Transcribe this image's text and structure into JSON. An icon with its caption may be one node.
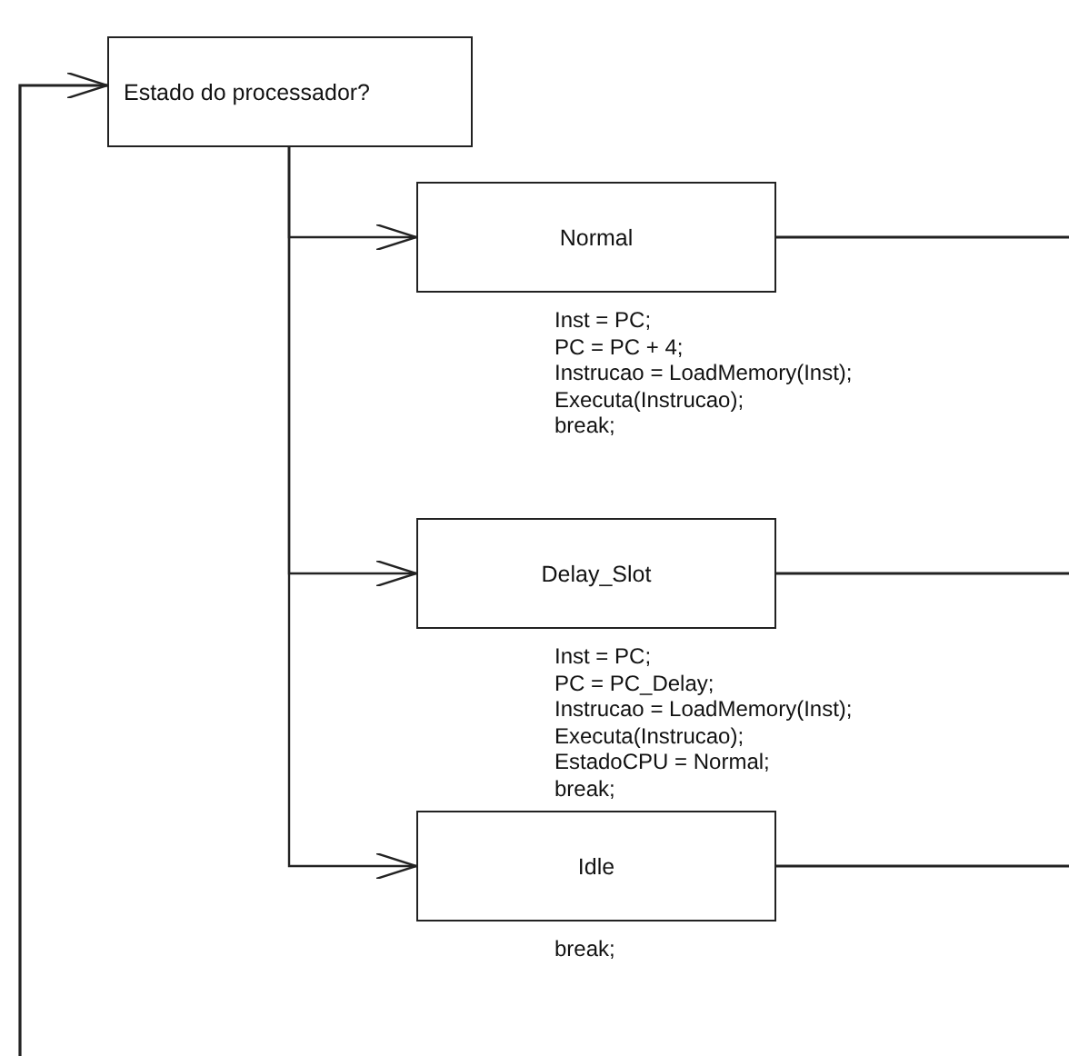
{
  "diagram": {
    "nodes": [
      {
        "text": [
          "Estado do processador?"
        ]
      },
      {
        "text": [
          "Normal"
        ],
        "beside": [
          "Inst = PC;",
          "PC = PC + 4;",
          "Instrucao = LoadMemory(Inst);",
          "Executa(Instrucao);",
          "break;"
        ]
      },
      {
        "text": [
          "Delay_Slot"
        ],
        "beside": [
          "Inst = PC;",
          "PC = PC_Delay;",
          "Instrucao = LoadMemory(Inst);",
          "Executa(Instrucao);",
          "EstadoCPU = Normal;",
          "break;"
        ]
      },
      {
        "text": [
          "Idle"
        ],
        "beside": [
          "break;"
        ]
      }
    ],
    "edges": [
      {
        "from": 0,
        "to": 1,
        "arrow": "to"
      },
      {
        "from": 0,
        "to": 2,
        "arrow": "to"
      },
      {
        "from": 0,
        "to": 3,
        "arrow": "to"
      },
      {
        "from": 1,
        "to": null,
        "arrow": "none"
      },
      {
        "from": 2,
        "to": null,
        "arrow": "none"
      },
      {
        "from": 3,
        "to": null,
        "arrow": "none"
      },
      {
        "from": null,
        "to": 0,
        "arrow": "to"
      }
    ]
  }
}
